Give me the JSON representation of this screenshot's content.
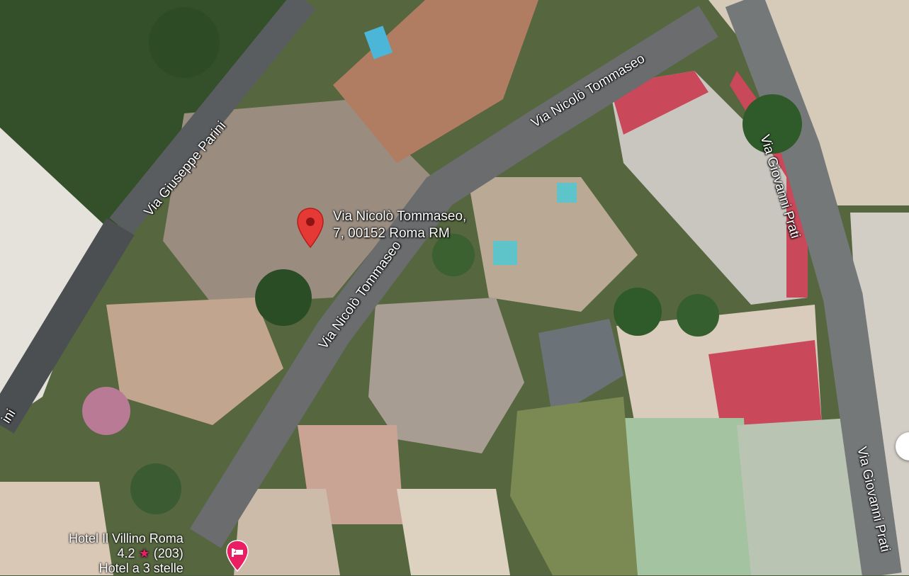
{
  "map": {
    "type": "satellite",
    "streets": {
      "tommaseo_a": "Via Nicolò Tommaseo",
      "tommaseo_b": "Via Nicolò Tommaseo",
      "parini": "Via Giuseppe Parini",
      "parini_edge": "ini",
      "prati_a": "Via Giovanni Prati",
      "prati_b": "Via Giovanni Prati"
    },
    "pin": {
      "line1": "Via Nicolò Tommaseo,",
      "line2": "7, 00152 Roma RM",
      "color": "#e53935"
    },
    "poi": {
      "name": "Hotel Il Villino Roma",
      "rating": "4.2",
      "star": "★",
      "reviews": "(203)",
      "category": "Hotel a 3 stelle",
      "icon": "hotel-bed-icon",
      "color": "#e91e63"
    }
  }
}
